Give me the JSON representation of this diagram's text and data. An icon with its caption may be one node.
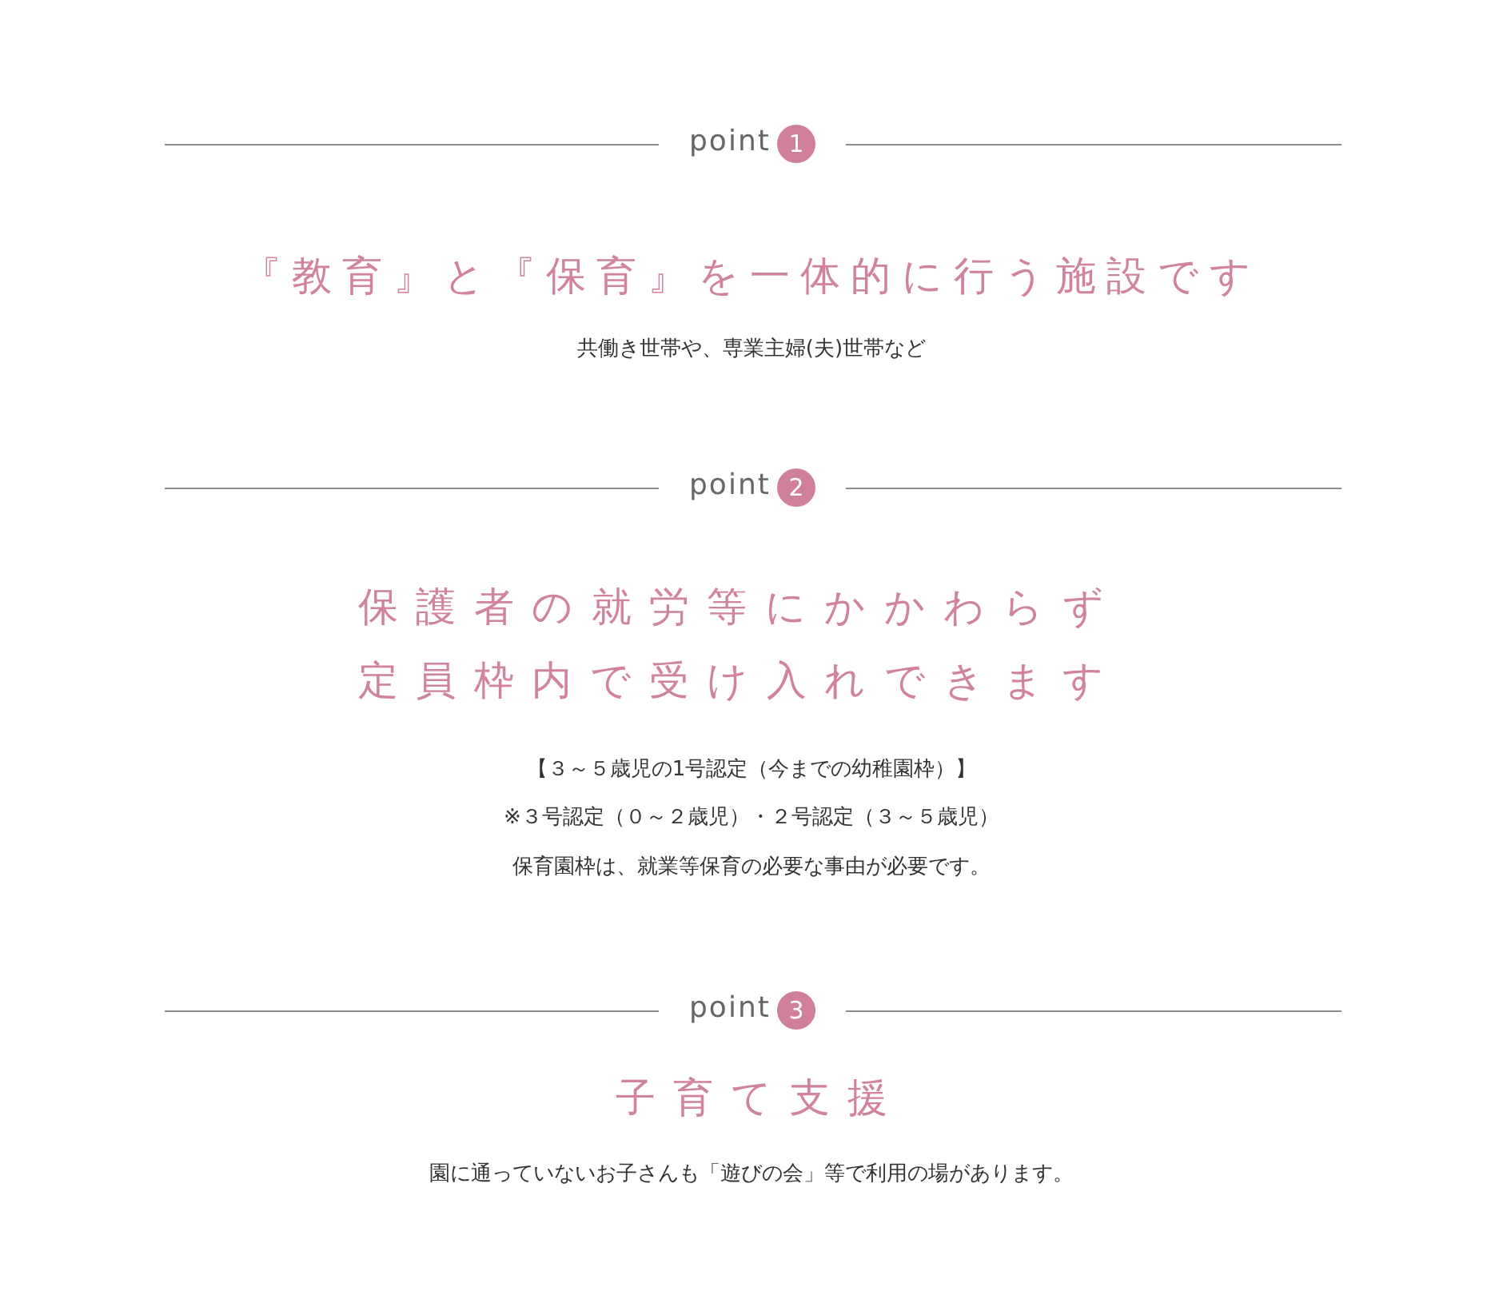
{
  "diagram": {
    "nodes": [
      {
        "text": [
          "1"
        ],
        "beside": [
          "point"
        ]
      },
      {
        "text": [
          "2"
        ],
        "beside": [
          "point"
        ]
      },
      {
        "text": [
          "3"
        ],
        "beside": [
          "point"
        ]
      }
    ],
    "labels": [
      "『教育』と『保育』を一体的に行う施設です",
      "共働き世帯や、専業主婦(夫)世帯など",
      "保護者の就労等にかかわらず定員枠内で受け入れできます",
      "【３～５歳児の1号認定（今までの幼稚園枠）】",
      "※３号認定（０～２歳児）・２号認定（３～５歳児）",
      "保育園枠は、就業等保育の必要な事由が必要です。",
      "子育て支援",
      "園に通っていないお子さんも「遊びの会」等で利用の場があります。"
    ]
  }
}
